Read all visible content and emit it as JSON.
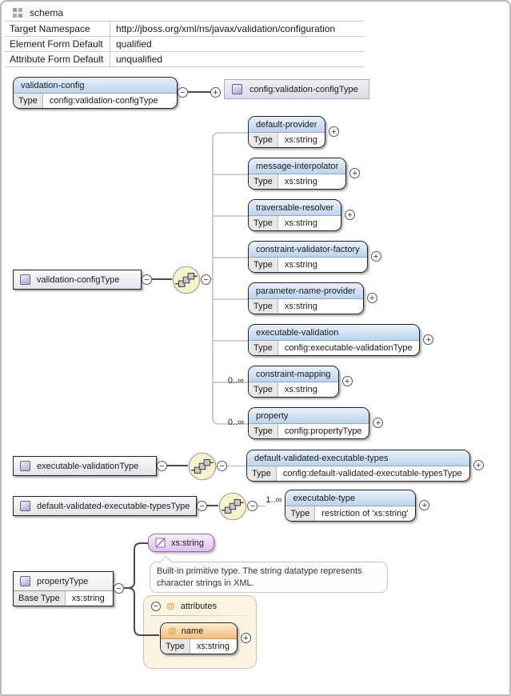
{
  "icons": {
    "collapse": "−",
    "expand": "+",
    "at": "@"
  },
  "colors": {
    "element_header": "#bcd4ec",
    "attribute_header": "#f2bd80",
    "sequence_fill": "#f6f2cb",
    "simple_type_fill": "#dfc2ec",
    "type_icon": "#b3a4ce",
    "attributes_panel": "#fcf3e1"
  },
  "labels": {
    "type": "Type",
    "base_type": "Base Type"
  },
  "schema_table": {
    "title": "schema",
    "rows": [
      {
        "label": "Target Namespace",
        "value": "http://jboss.org/xml/ns/javax/validation/configuration"
      },
      {
        "label": "Element Form Default",
        "value": "qualified"
      },
      {
        "label": "Attribute Form Default",
        "value": "unqualified"
      }
    ]
  },
  "root": {
    "name": "validation-config",
    "type_value": "config:validation-configType",
    "ref": "config:validation-configType"
  },
  "validation_config_type": {
    "name": "validation-configType",
    "children": [
      {
        "card": "",
        "name": "default-provider",
        "type_value": "xs:string"
      },
      {
        "card": "",
        "name": "message-interpolator",
        "type_value": "xs:string"
      },
      {
        "card": "",
        "name": "traversable-resolver",
        "type_value": "xs:string"
      },
      {
        "card": "",
        "name": "constraint-validator-factory",
        "type_value": "xs:string"
      },
      {
        "card": "",
        "name": "parameter-name-provider",
        "type_value": "xs:string"
      },
      {
        "card": "",
        "name": "executable-validation",
        "type_value": "config:executable-validationType"
      },
      {
        "card": "0..∞",
        "name": "constraint-mapping",
        "type_value": "xs:string"
      },
      {
        "card": "0..∞",
        "name": "property",
        "type_value": "config:propertyType"
      }
    ]
  },
  "executable_validation_type": {
    "name": "executable-validationType",
    "child": {
      "name": "default-validated-executable-types",
      "type_value": "config:default-validated-executable-typesType"
    }
  },
  "default_validated_executable_types_type": {
    "name": "default-validated-executable-typesType",
    "child": {
      "card": "1..∞",
      "name": "executable-type",
      "type_value": "restriction of 'xs:string'"
    }
  },
  "property_type": {
    "name": "propertyType",
    "base_value": "xs:string",
    "simple_type_name": "xs:string",
    "note": "Built-in primitive type. The string datatype represents character strings in XML.",
    "attributes_label": "attributes",
    "attribute": {
      "name": "name",
      "type_value": "xs:string"
    }
  }
}
